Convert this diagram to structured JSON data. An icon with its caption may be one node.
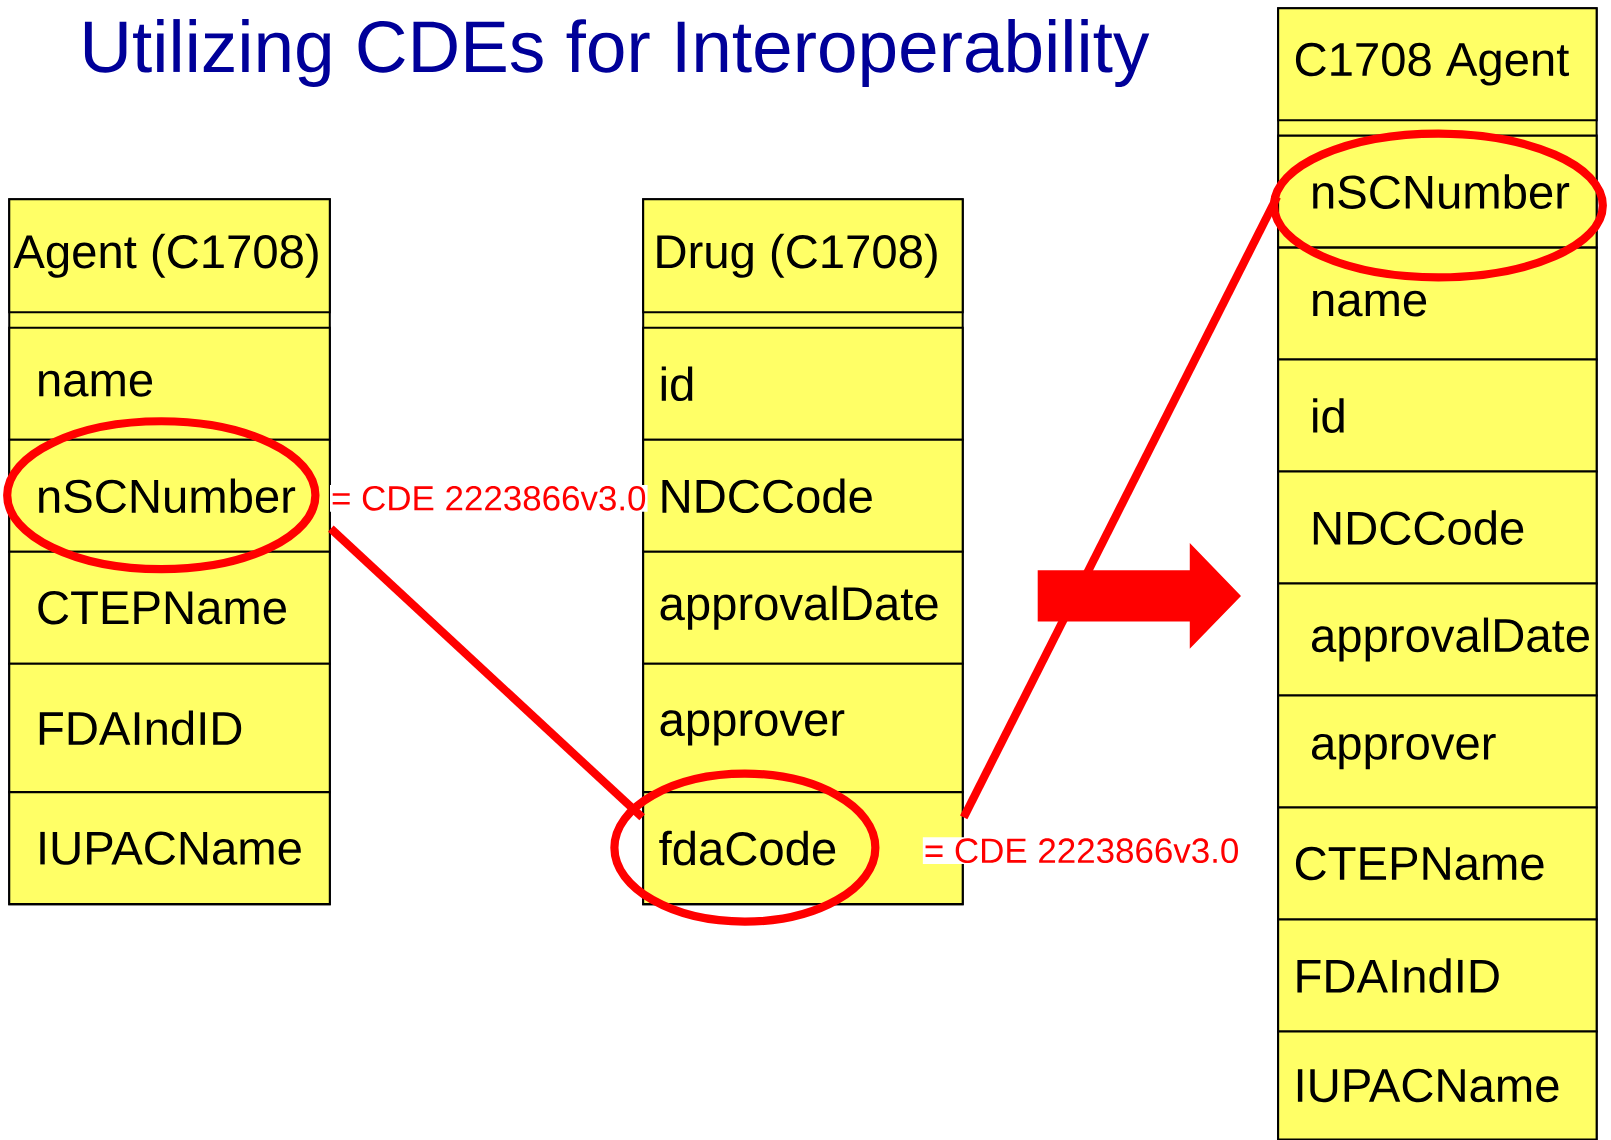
{
  "diagram": {
    "title": "Utilizing CDEs for Interoperability",
    "nodes": [
      {
        "text": [],
        "shape": "box"
      },
      {
        "text": [
          "Agent (C1708)"
        ],
        "in": 0
      },
      {
        "text": [
          "name"
        ],
        "in": 0
      },
      {
        "text": [
          "nSCNumber"
        ],
        "in": 0,
        "beside": [
          "= CDE 2223866v3.0"
        ]
      },
      {
        "text": [
          "CTEPName"
        ],
        "in": 0
      },
      {
        "text": [
          "FDAIndID"
        ],
        "in": 0
      },
      {
        "text": [
          "IUPACName"
        ],
        "in": 0
      },
      {
        "text": [],
        "shape": "box"
      },
      {
        "text": [
          "Drug (C1708)"
        ],
        "in": 7
      },
      {
        "text": [
          "id"
        ],
        "in": 7
      },
      {
        "text": [
          "NDCCode"
        ],
        "in": 7
      },
      {
        "text": [
          "approvalDate"
        ],
        "in": 7
      },
      {
        "text": [
          "approver"
        ],
        "in": 7
      },
      {
        "text": [
          "fdaCode"
        ],
        "in": 7,
        "beside": [
          "= CDE 2223866v3.0"
        ]
      },
      {
        "text": [],
        "shape": "box"
      },
      {
        "text": [
          "C1708 Agent"
        ],
        "in": 14
      },
      {
        "text": [
          "nSCNumber"
        ],
        "in": 14
      },
      {
        "text": [
          "name"
        ],
        "in": 14
      },
      {
        "text": [
          "id"
        ],
        "in": 14
      },
      {
        "text": [
          "NDCCode"
        ],
        "in": 14
      },
      {
        "text": [
          "approvalDate"
        ],
        "in": 14
      },
      {
        "text": [
          "approver"
        ],
        "in": 14
      },
      {
        "text": [
          "CTEPName"
        ],
        "in": 14
      },
      {
        "text": [
          "FDAIndID"
        ],
        "in": 14
      },
      {
        "text": [
          "IUPACName"
        ],
        "in": 14
      }
    ],
    "edges": [
      {
        "from": 3,
        "to": 13,
        "arrow": "none",
        "color": "#ff0000"
      },
      {
        "from": 13,
        "to": 16,
        "arrow": "none",
        "color": "#ff0000"
      },
      {
        "from": 7,
        "to": 14,
        "arrow": "to",
        "style": "thick",
        "color": "#ff0000"
      }
    ]
  }
}
